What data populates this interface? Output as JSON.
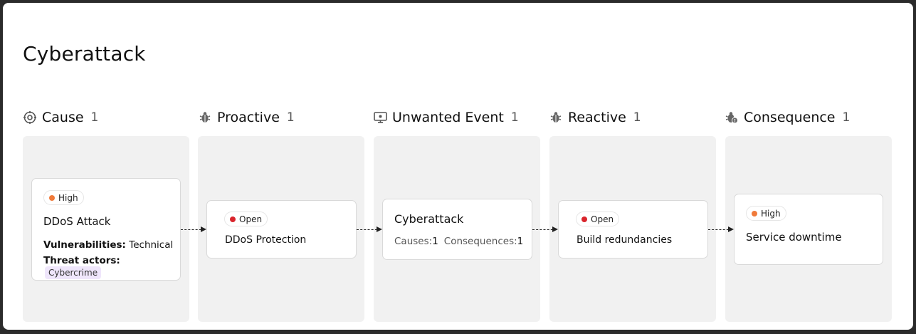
{
  "page": {
    "title": "Cyberattack"
  },
  "columns": [
    {
      "label": "Cause",
      "count": "1",
      "icon": "target-icon"
    },
    {
      "label": "Proactive",
      "count": "1",
      "icon": "bug-shield-icon"
    },
    {
      "label": "Unwanted Event",
      "count": "1",
      "icon": "monitor-icon"
    },
    {
      "label": "Reactive",
      "count": "1",
      "icon": "bug-shield-icon"
    },
    {
      "label": "Consequence",
      "count": "1",
      "icon": "bug-alert-icon"
    }
  ],
  "cards": {
    "cause": {
      "badge": "High",
      "badge_color": "#f07a3a",
      "title": "DDoS Attack",
      "vuln_label": "Vulnerabilities:",
      "vuln_value": "Technical",
      "threat_label": "Threat actors:",
      "threat_value": "Cybercrime"
    },
    "proactive": {
      "badge": "Open",
      "badge_color": "#d9242c",
      "title": "DDoS Protection"
    },
    "event": {
      "title": "Cyberattack",
      "causes_label": "Causes:",
      "causes_value": "1",
      "consequences_label": "Consequences:",
      "consequences_value": "1"
    },
    "reactive": {
      "badge": "Open",
      "badge_color": "#d9242c",
      "title": "Build redundancies"
    },
    "consequence": {
      "badge": "High",
      "badge_color": "#f07a3a",
      "title": "Service downtime"
    }
  },
  "colors": {
    "lane_bg": "#f1f1f1",
    "chip_bg": "#efe6fb"
  }
}
